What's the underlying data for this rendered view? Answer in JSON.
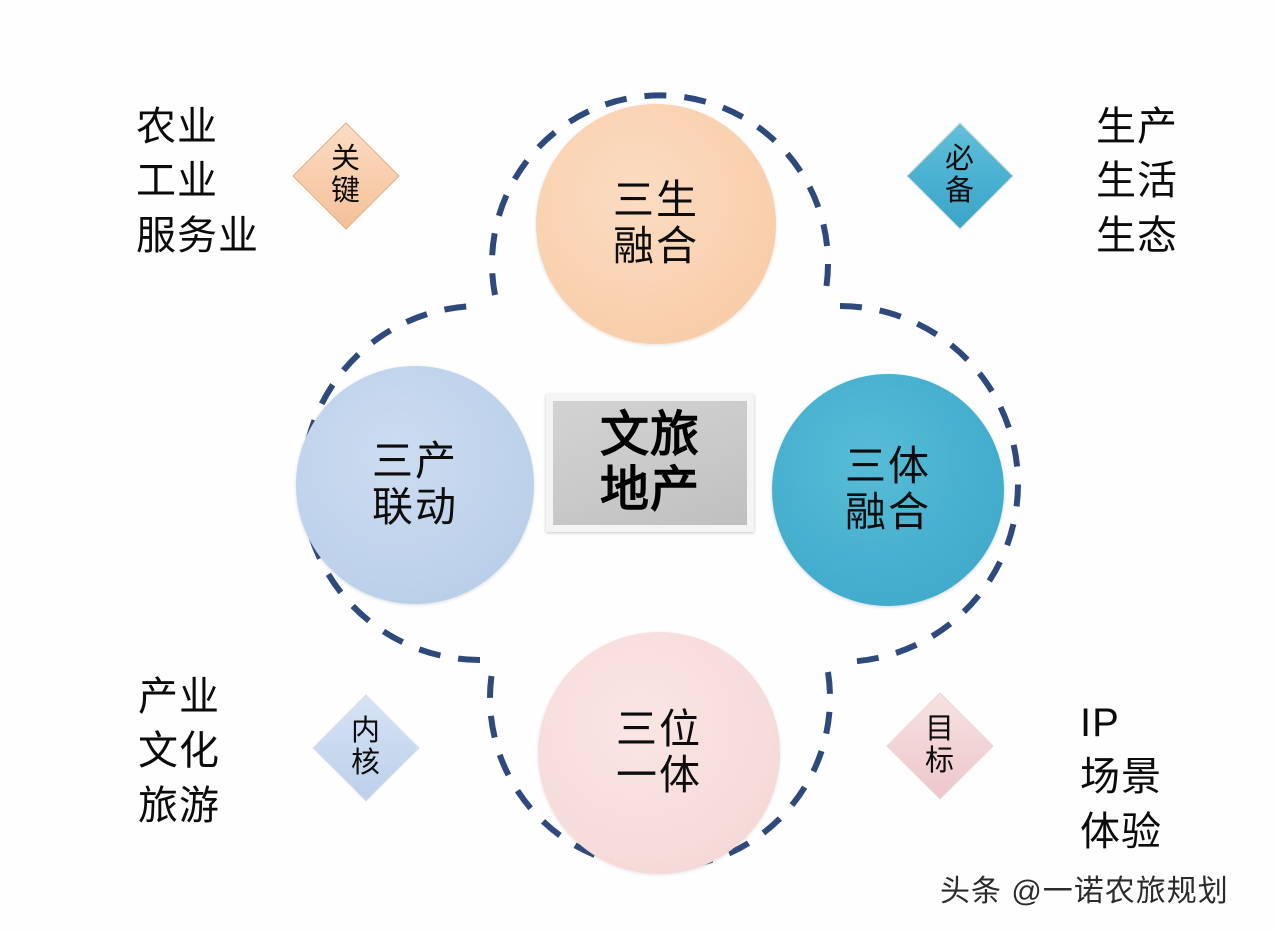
{
  "diagram": {
    "center": {
      "line1": "文旅",
      "line2": "地产"
    },
    "circles": [
      {
        "id": "top",
        "line1": "三生",
        "line2": "融合",
        "color": "#F9D0AE"
      },
      {
        "id": "left",
        "line1": "三产",
        "line2": "联动",
        "color": "#BED2EC"
      },
      {
        "id": "right",
        "line1": "三体",
        "line2": "融合",
        "color": "#45AECE"
      },
      {
        "id": "bottom",
        "line1": "三位",
        "line2": "一体",
        "color": "#F6DCDA"
      }
    ],
    "diamonds": [
      {
        "id": "key",
        "line1": "关",
        "line2": "键",
        "color": "#F8CDAC"
      },
      {
        "id": "must",
        "line1": "必",
        "line2": "备",
        "color": "#49B0D0"
      },
      {
        "id": "core",
        "line1": "内",
        "line2": "核",
        "color": "#C7D8EF"
      },
      {
        "id": "goal",
        "line1": "目",
        "line2": "标",
        "color": "#F2D2D4"
      }
    ],
    "corner_labels": {
      "top_left": {
        "line1": "农业",
        "line2": "工业",
        "line3": "服务业"
      },
      "top_right": {
        "line1": "生产",
        "line2": "生活",
        "line3": "生态"
      },
      "bottom_left": {
        "line1": "产业",
        "line2": "文化",
        "line3": "旅游"
      },
      "bottom_right": {
        "line1": "IP",
        "line2": "场景",
        "line3": "体验"
      }
    },
    "outline_color": "#2E4A7D",
    "watermark": "头条 @一诺农旅规划"
  }
}
